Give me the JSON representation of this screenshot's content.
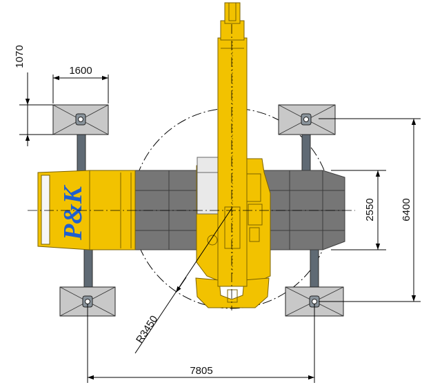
{
  "colors": {
    "boom_yellow": "#f2c200",
    "boom_outline": "#7a6100",
    "track_gray": "#767676",
    "track_line": "#3c3c3c",
    "pad_gray": "#c8c8c8",
    "logo_blue": "#1f5fd0",
    "dim_line": "#000000"
  },
  "logo": {
    "text": "P&K"
  },
  "dimensions": {
    "pad_length": "1070",
    "pad_width": "1600",
    "track_gauge": "2550",
    "outrigger_span_length": "6400",
    "outrigger_span_width": "7805",
    "swing_radius": "R3450"
  }
}
